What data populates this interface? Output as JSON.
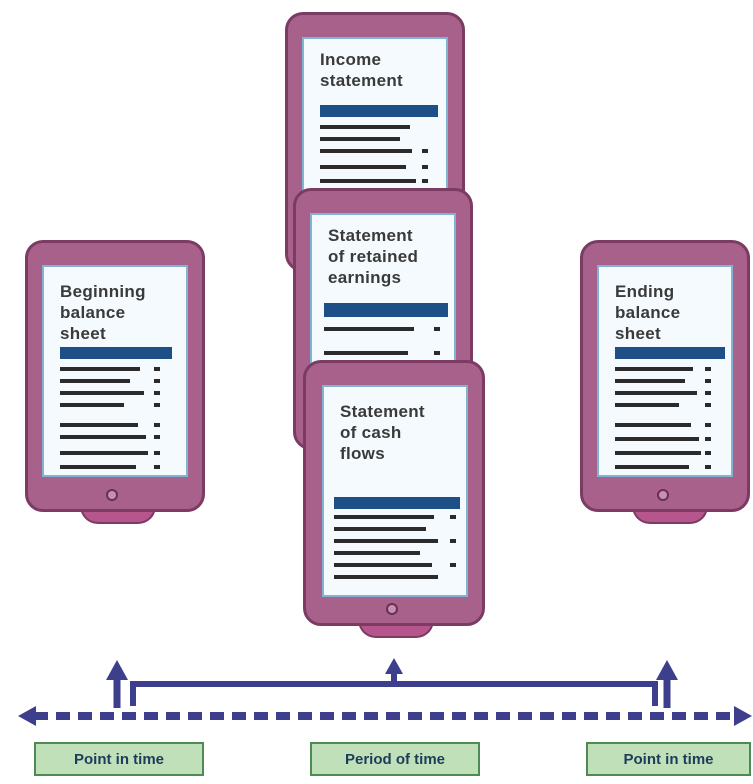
{
  "documents": {
    "beginning_balance_sheet": "Beginning\nbalance\nsheet",
    "income_statement": "Income\nstatement",
    "retained_earnings": "Statement\nof retained\nearnings",
    "cash_flows": "Statement\nof cash\nflows",
    "ending_balance_sheet": "Ending\nbalance\nsheet"
  },
  "timeline": {
    "left_label": "Point in time",
    "center_label": "Period of time",
    "right_label": "Point in time"
  },
  "colors": {
    "tablet": "#a8618a",
    "screen_header": "#1e4f86",
    "timeline": "#3e3f8c",
    "label_fill": "#bfe0b9"
  }
}
